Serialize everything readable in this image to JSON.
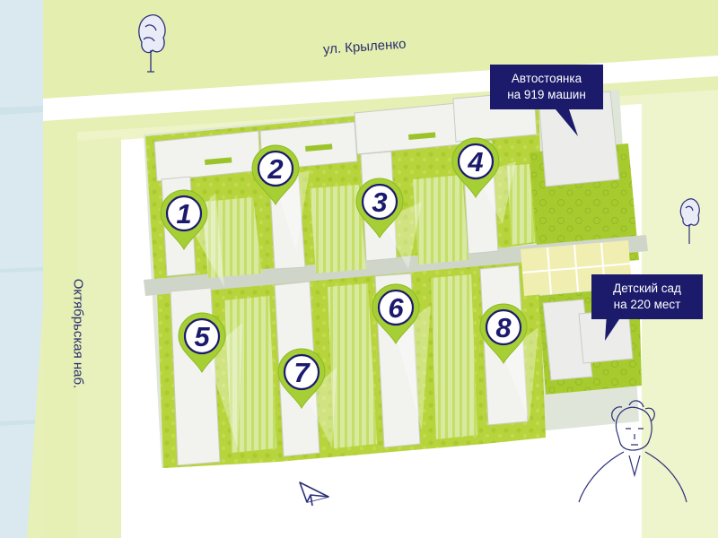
{
  "map": {
    "streets": {
      "krylenko": "ул. Крыленко",
      "oktyabrskaya": "Октябрьская наб."
    },
    "callouts": {
      "parking": {
        "line1": "Автостоянка",
        "line2": "на 919 машин"
      },
      "kindergarten": {
        "line1": "Детский сад",
        "line2": "на 220 мест"
      }
    },
    "markers": [
      {
        "id": "1",
        "label": "1"
      },
      {
        "id": "2",
        "label": "2"
      },
      {
        "id": "3",
        "label": "3"
      },
      {
        "id": "4",
        "label": "4"
      },
      {
        "id": "5",
        "label": "5"
      },
      {
        "id": "6",
        "label": "6"
      },
      {
        "id": "7",
        "label": "7"
      },
      {
        "id": "8",
        "label": "8"
      }
    ],
    "colors": {
      "road": "#e6f0b4",
      "green": "#b5d33a",
      "green_dark": "#93bc1f",
      "pin": "#a6cf36",
      "ink": "#1c1a6e",
      "callout_bg": "#1b1a6b",
      "water": "#d5e7ee"
    },
    "icons": [
      "tree-icon",
      "paper-plane-icon",
      "person-sketch-icon"
    ]
  }
}
